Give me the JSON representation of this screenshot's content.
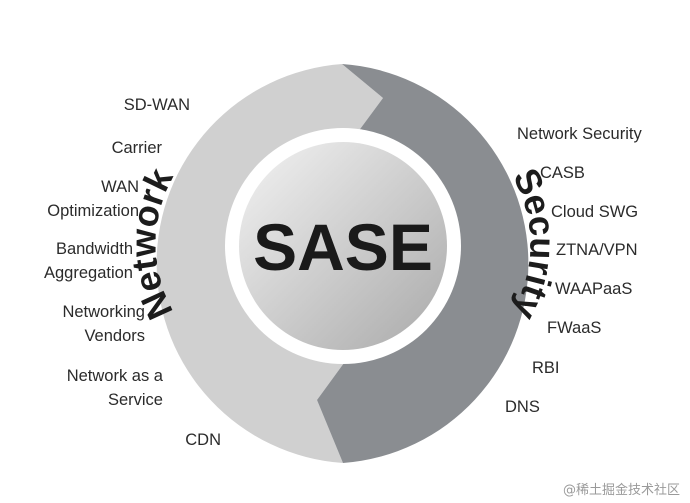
{
  "center": {
    "title": "SASE"
  },
  "left_arc": {
    "title": "Network",
    "items": [
      [
        "SD-WAN"
      ],
      [
        "Carrier"
      ],
      [
        "WAN",
        "Optimization"
      ],
      [
        "Bandwidth",
        "Aggregation"
      ],
      [
        "Networking",
        "Vendors"
      ],
      [
        "Network as a",
        "Service"
      ],
      [
        "CDN"
      ]
    ]
  },
  "right_arc": {
    "title": "Security",
    "items": [
      "Network Security",
      "CASB",
      "Cloud SWG",
      "ZTNA/VPN",
      "WAAPaaS",
      "FWaaS",
      "RBI",
      "DNS"
    ]
  },
  "watermark": {
    "text": "@稀土掘金技术社区"
  },
  "colors": {
    "left_arc": "#d0d0d0",
    "right_arc": "#8a8d91",
    "inner_ring": "#ffffff",
    "center_gradient_light": "#f3f3f3",
    "center_gradient_dark": "#a9a9a9",
    "text": "#2b2b2b"
  }
}
